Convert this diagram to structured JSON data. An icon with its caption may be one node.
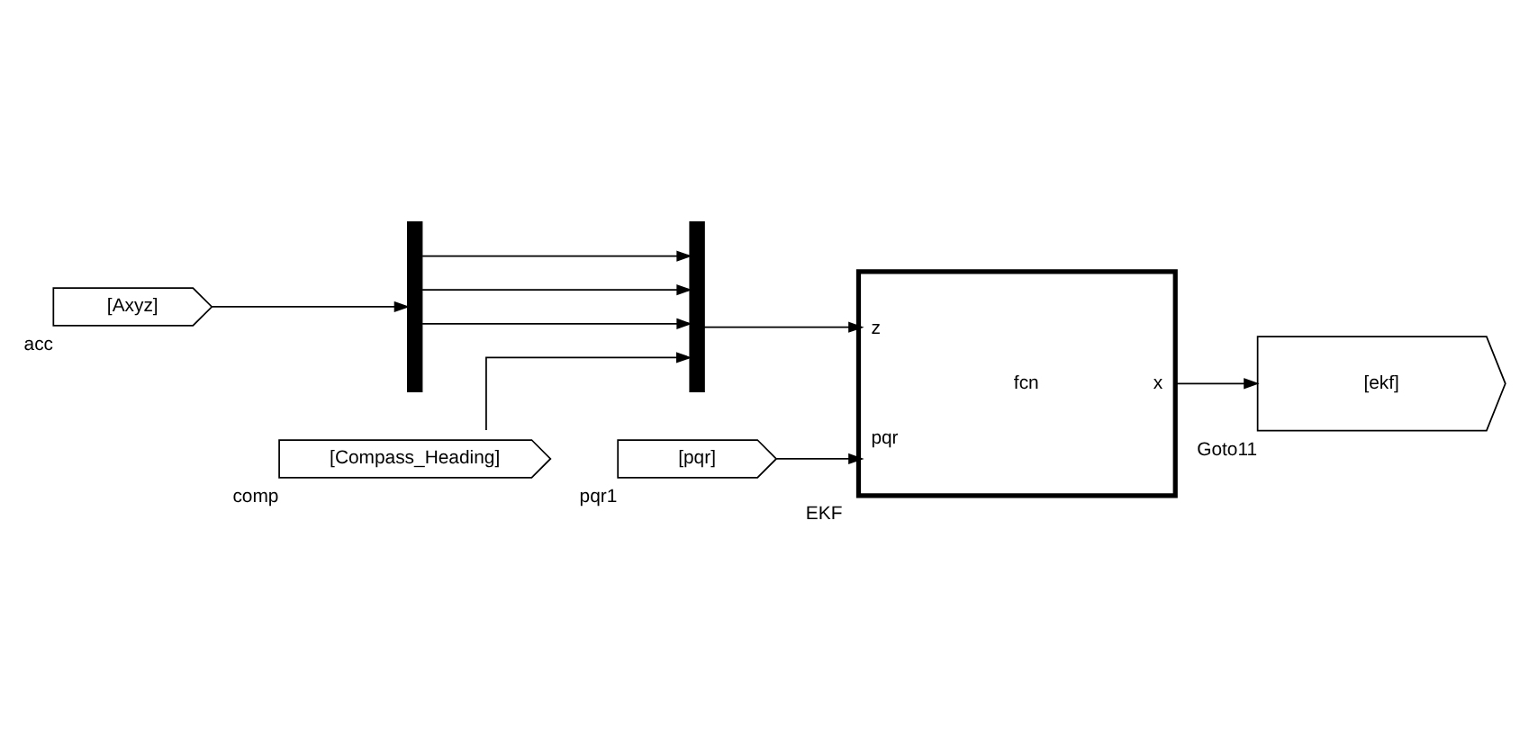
{
  "diagram": {
    "nodes": [
      {
        "text": [
          "[Axyz]"
        ],
        "beside": [
          "acc"
        ]
      },
      {
        "text": [
          "[Compass_Heading]"
        ],
        "beside": [
          "comp"
        ]
      },
      {
        "text": [
          "[pqr]"
        ],
        "beside": [
          "pqr1"
        ]
      },
      {
        "text": [],
        "shape": "bar"
      },
      {
        "text": [],
        "shape": "bar"
      },
      {
        "text": [
          "z",
          "pqr",
          "fcn",
          "x"
        ],
        "beside": [
          "EKF"
        ]
      },
      {
        "text": [
          "[ekf]"
        ],
        "beside": [
          "Goto11"
        ]
      }
    ],
    "edges": [
      {
        "from": 0,
        "to": 3,
        "arrow": "to"
      },
      {
        "from": 3,
        "to": 4,
        "arrow": "to"
      },
      {
        "from": 3,
        "to": 4,
        "arrow": "to"
      },
      {
        "from": 3,
        "to": 4,
        "arrow": "to"
      },
      {
        "from": 1,
        "to": 4,
        "arrow": "to"
      },
      {
        "from": 4,
        "to": 5,
        "arrow": "to"
      },
      {
        "from": 2,
        "to": 5,
        "arrow": "to"
      },
      {
        "from": 5,
        "to": 6,
        "arrow": "to"
      }
    ]
  }
}
